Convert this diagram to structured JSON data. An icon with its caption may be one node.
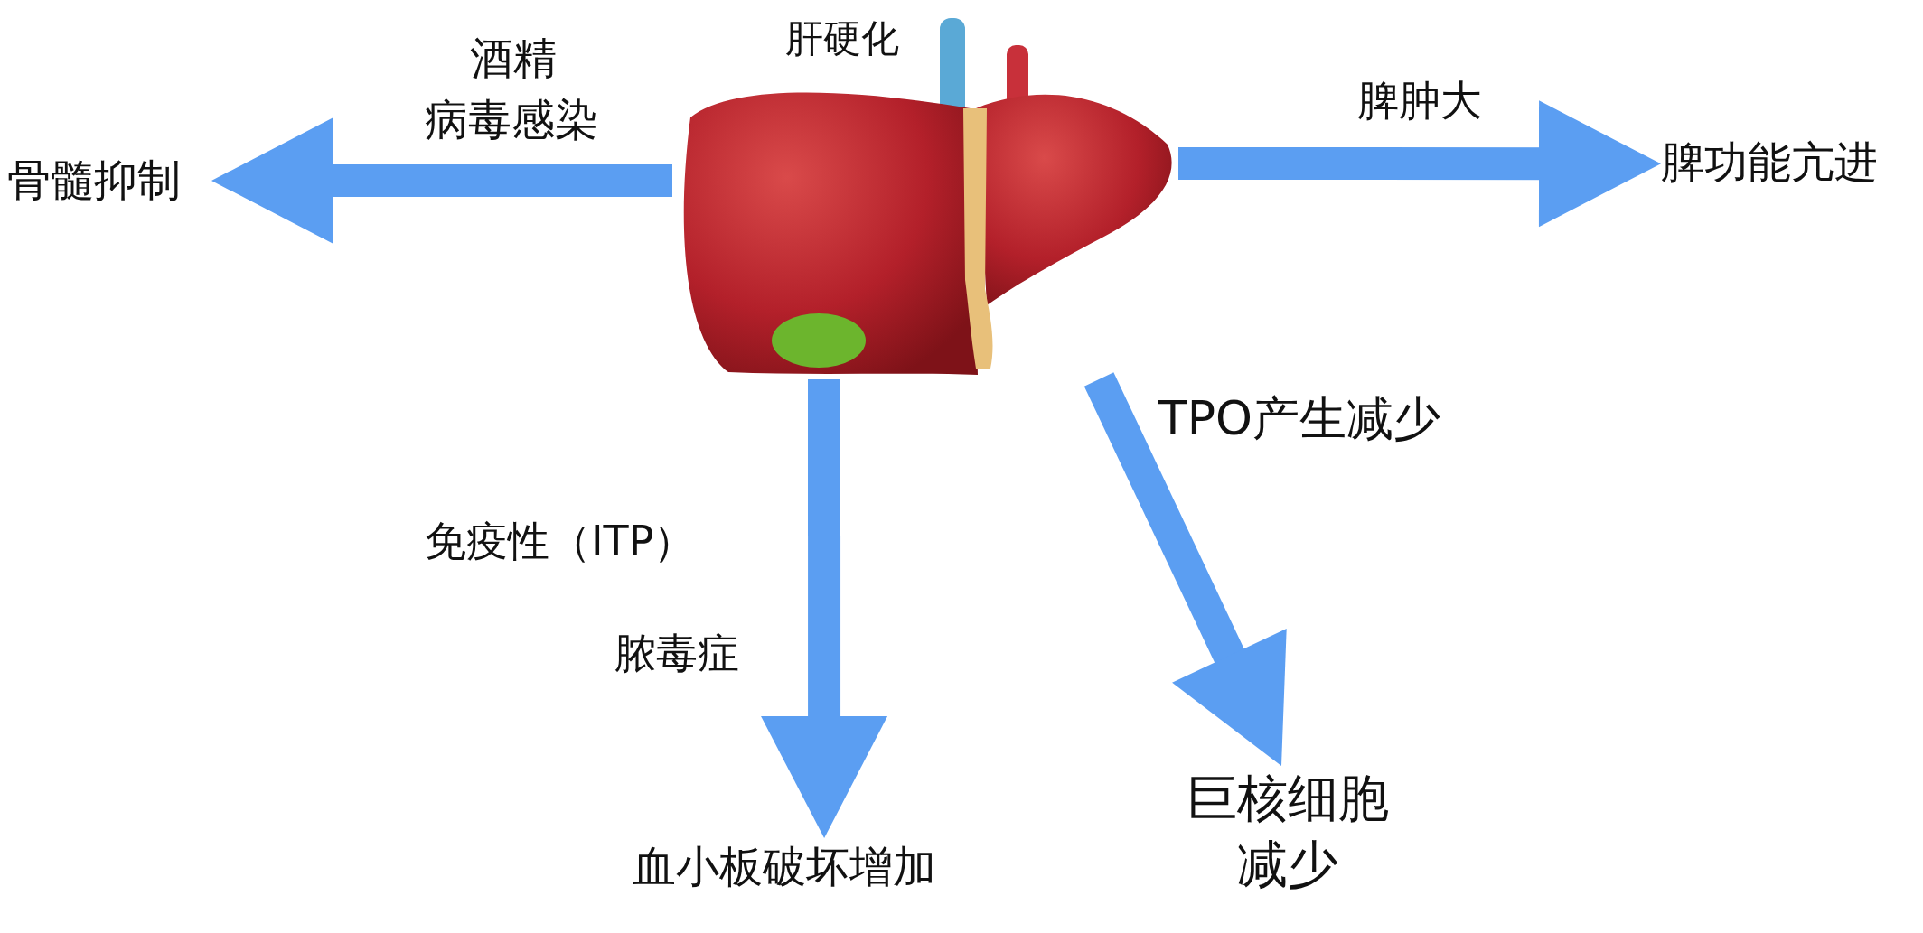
{
  "diagram": {
    "nodes": [
      {
        "text": [
          "肝硬化"
        ]
      },
      {
        "text": [
          "骨髓抑制"
        ]
      },
      {
        "text": [
          "脾功能亢进"
        ]
      },
      {
        "text": [
          "血小板破坏增加"
        ]
      },
      {
        "text": [
          "巨核细胞减少"
        ]
      }
    ],
    "edges": [
      {
        "from": 0,
        "to": 1,
        "arrow": "to"
      },
      {
        "from": 0,
        "to": 2,
        "arrow": "to",
        "label": "脾肿大"
      },
      {
        "from": 0,
        "to": 3,
        "arrow": "to"
      },
      {
        "from": 0,
        "to": 4,
        "arrow": "to",
        "label": "TPO产生减少"
      }
    ],
    "labels": [
      "酒精",
      "病毒感染",
      "免疫性（ITP）",
      "脓毒症"
    ]
  }
}
